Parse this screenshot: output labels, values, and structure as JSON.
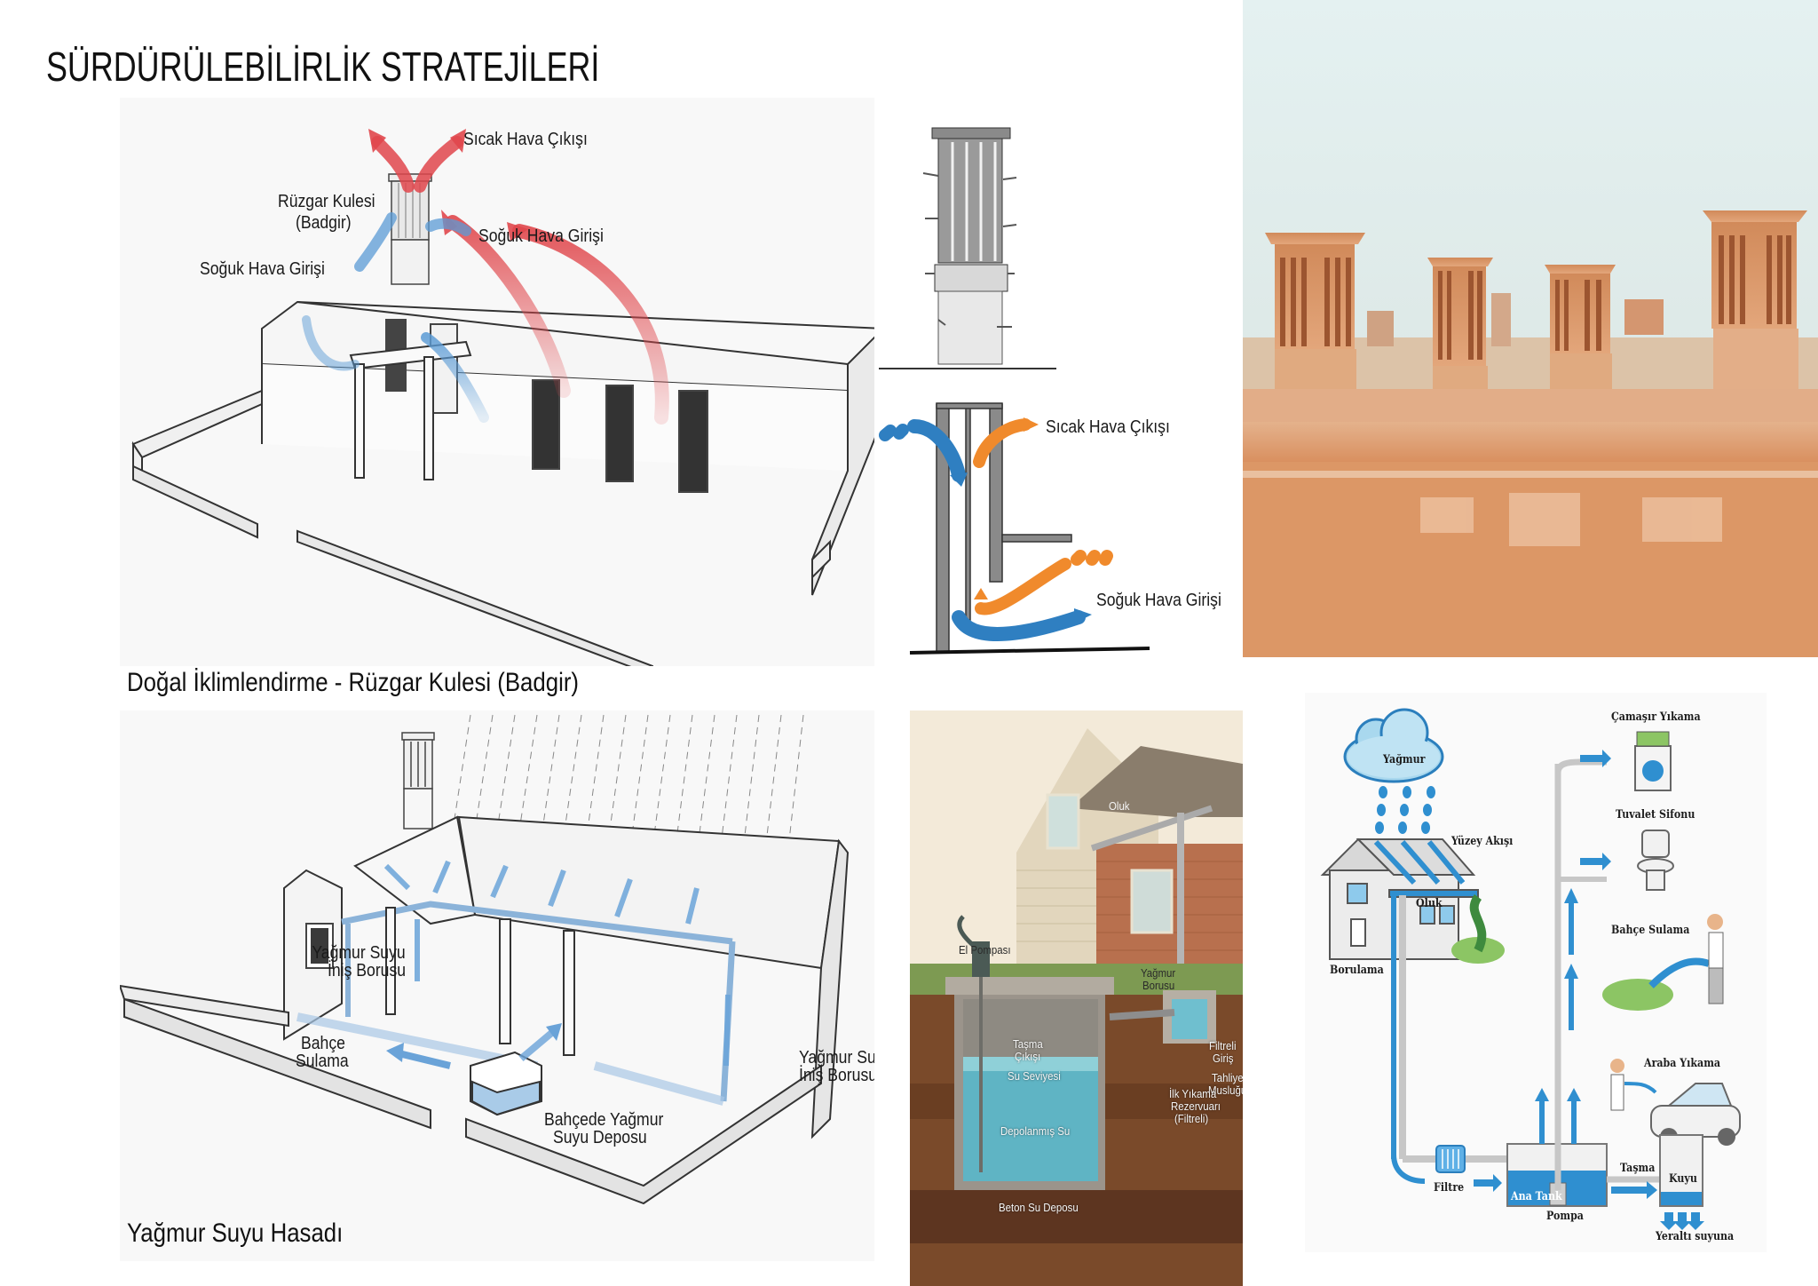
{
  "page": {
    "title": "SÜRDÜRÜLEBİLİRLİK STRATEJİLERİ"
  },
  "section_wind_tower": {
    "caption": "Doğal İklimlendirme - Rüzgar Kulesi (Badgir)",
    "isometric_diagram": {
      "labels": {
        "hot_air_exit": "Sıcak Hava Çıkışı",
        "tower_name": "Rüzgar Kulesi",
        "tower_name_alt": "(Badgir)",
        "cold_air_inlet_right": "Soğuk Hava Girişi",
        "cold_air_inlet_left": "Soğuk Hava Girişi"
      }
    },
    "section_diagram": {
      "labels": {
        "hot_air_exit": "Sıcak Hava Çıkışı",
        "cold_air_inlet": "Soğuk Hava Girişi"
      }
    },
    "photo": {
      "subject": "Yazd windcatchers (badgir) rooftop photo"
    }
  },
  "section_rainwater": {
    "caption": "Yağmur Suyu Hasadı",
    "isometric_diagram": {
      "labels": {
        "downpipe_left_1": "Yağmur Suyu",
        "downpipe_left_2": "İniş Borusu",
        "garden_irrigation_1": "Bahçe",
        "garden_irrigation_2": "Sulama",
        "downpipe_right_1": "Yağmur Suyu",
        "downpipe_right_2": "İniş Borusu",
        "garden_tank_1": "Bahçede Yağmur",
        "garden_tank_2": "Suyu Deposu"
      }
    },
    "cistern_illustration": {
      "labels": {
        "gutter": "Oluk",
        "hand_pump": "El Pompası",
        "rain_pipe_1": "Yağmur",
        "rain_pipe_2": "Borusu",
        "overflow_1": "Taşma",
        "overflow_2": "Çıkışı",
        "filtered_inlet_1": "Filtreli",
        "filtered_inlet_2": "Giriş",
        "water_level": "Su Seviyesi",
        "drain_tap_1": "Tahliye",
        "drain_tap_2": "Musluğu",
        "first_flush_1": "İlk Yıkama",
        "first_flush_2": "Rezervuarı",
        "first_flush_3": "(Filtreli)",
        "stored_water": "Depolanmış Su",
        "concrete_tank": "Beton Su Deposu"
      }
    },
    "flow_diagram": {
      "labels": {
        "rain": "Yağmur",
        "surface_runoff": "Yüzey Akışı",
        "gutter": "Oluk",
        "piping": "Borulama",
        "laundry": "Çamaşır Yıkama",
        "toilet_flush": "Tuvalet Sifonu",
        "garden_irrigation": "Bahçe Sulama",
        "car_wash": "Araba Yıkama",
        "filter": "Filtre",
        "main_tank": "Ana Tank",
        "pump": "Pompa",
        "overflow": "Taşma",
        "well": "Kuyu",
        "to_groundwater": "Yeraltı suyuna"
      }
    }
  },
  "colors": {
    "hot_air_red": "#e0474c",
    "cold_air_blue": "#5b9bd5",
    "section_orange": "#f08a2c",
    "section_blue": "#2f7fc1",
    "water_blue": "#2f8fd0",
    "sky": "#dfeeee",
    "adobe": "#d9956a",
    "soil": "#7a4a2a",
    "water_teal": "#5fb4c4"
  }
}
